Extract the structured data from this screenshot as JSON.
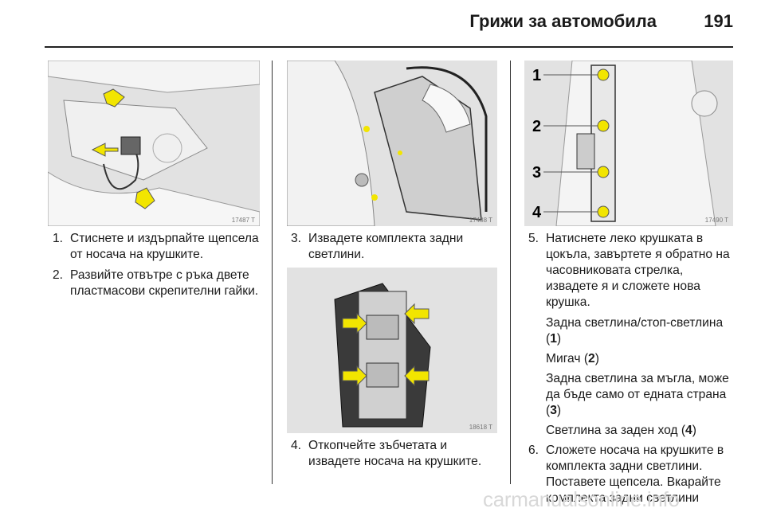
{
  "header": {
    "title": "Грижи за автомобила",
    "page_number": "191"
  },
  "figures": {
    "fig1_code": "17487 T",
    "fig2_code": "17488 T",
    "fig3_code": "18618 T",
    "fig4_code": "17490 T",
    "fig4_callouts": [
      "1",
      "2",
      "3",
      "4"
    ]
  },
  "col1": {
    "step1_num": "1.",
    "step1_text": "Стиснете и издърпайте щепсела от носача на крушките.",
    "step2_num": "2.",
    "step2_text": "Развийте отвътре с ръка двете пластмасови скрепителни гайки."
  },
  "col2": {
    "step3_num": "3.",
    "step3_text": "Извадете комплекта задни светлини.",
    "step4_num": "4.",
    "step4_text": "Откопчейте зъбчетата и извадете носача на крушките."
  },
  "col3": {
    "step5_num": "5.",
    "step5_text": "Натиснете леко крушката в цокъла, завъртете я обратно на часовниковата стрелка, извадете я и сложете нова крушка.",
    "p1_text": "Задна светлина/стоп-светлина (",
    "p1_ref": "1",
    "p1_end": ")",
    "p2_text": "Мигач (",
    "p2_ref": "2",
    "p2_end": ")",
    "p3_text": "Задна светлина за мъгла, може да бъде само от едната страна (",
    "p3_ref": "3",
    "p3_end": ")",
    "p4_text": "Светлина за заден ход (",
    "p4_ref": "4",
    "p4_end": ")",
    "step6_num": "6.",
    "step6_text": "Сложете носача на крушките в комплекта задни светлини. Поставете щепсела. Вкарайте комплекта задни светлини"
  },
  "watermark": "carmanualsonline.info",
  "colors": {
    "arrow_yellow": "#f2e500",
    "figure_bg": "#e2e2e2",
    "line": "#333333"
  }
}
